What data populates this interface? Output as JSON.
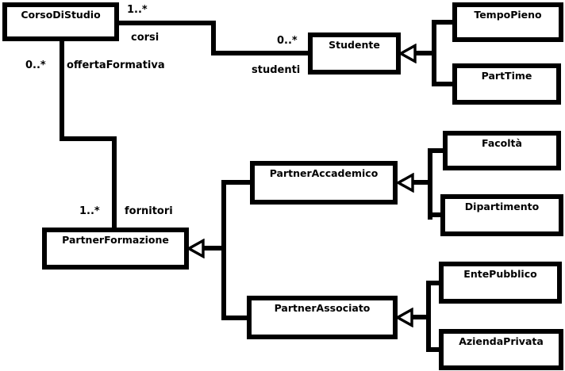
{
  "diagram_type": "uml-class-diagram",
  "colors": {
    "background": "#ffffff",
    "line": "#000000",
    "box_fill": "#ffffff",
    "text": "#000000"
  },
  "classes": [
    {
      "name": "CorsoDiStudio"
    },
    {
      "name": "Studente"
    },
    {
      "name": "TempoPieno"
    },
    {
      "name": "PartTime"
    },
    {
      "name": "Facoltà"
    },
    {
      "name": "PartnerAccademico"
    },
    {
      "name": "Dipartimento"
    },
    {
      "name": "PartnerFormazione"
    },
    {
      "name": "EntePubblico"
    },
    {
      "name": "PartnerAssociato"
    },
    {
      "name": "AziendaPrivata"
    }
  ],
  "associations": [
    {
      "between": [
        "CorsoDiStudio",
        "Studente"
      ],
      "end1": {
        "attached_to": "CorsoDiStudio",
        "multiplicity": "1..*",
        "role": "corsi"
      },
      "end2": {
        "attached_to": "Studente",
        "multiplicity": "0..*",
        "role": "studenti"
      }
    },
    {
      "between": [
        "CorsoDiStudio",
        "PartnerFormazione"
      ],
      "end1": {
        "attached_to": "CorsoDiStudio",
        "multiplicity": "0..*",
        "role": "offertaFormativa"
      },
      "end2": {
        "attached_to": "PartnerFormazione",
        "multiplicity": "1..*",
        "role": "fornitori"
      }
    }
  ],
  "generalizations": [
    {
      "parent": "Studente",
      "children": [
        "TempoPieno",
        "PartTime"
      ]
    },
    {
      "parent": "PartnerAccademico",
      "children": [
        "Facoltà",
        "Dipartimento"
      ]
    },
    {
      "parent": "PartnerFormazione",
      "children": [
        "PartnerAccademico",
        "PartnerAssociato"
      ]
    },
    {
      "parent": "PartnerAssociato",
      "children": [
        "EntePubblico",
        "AziendaPrivata"
      ]
    }
  ]
}
